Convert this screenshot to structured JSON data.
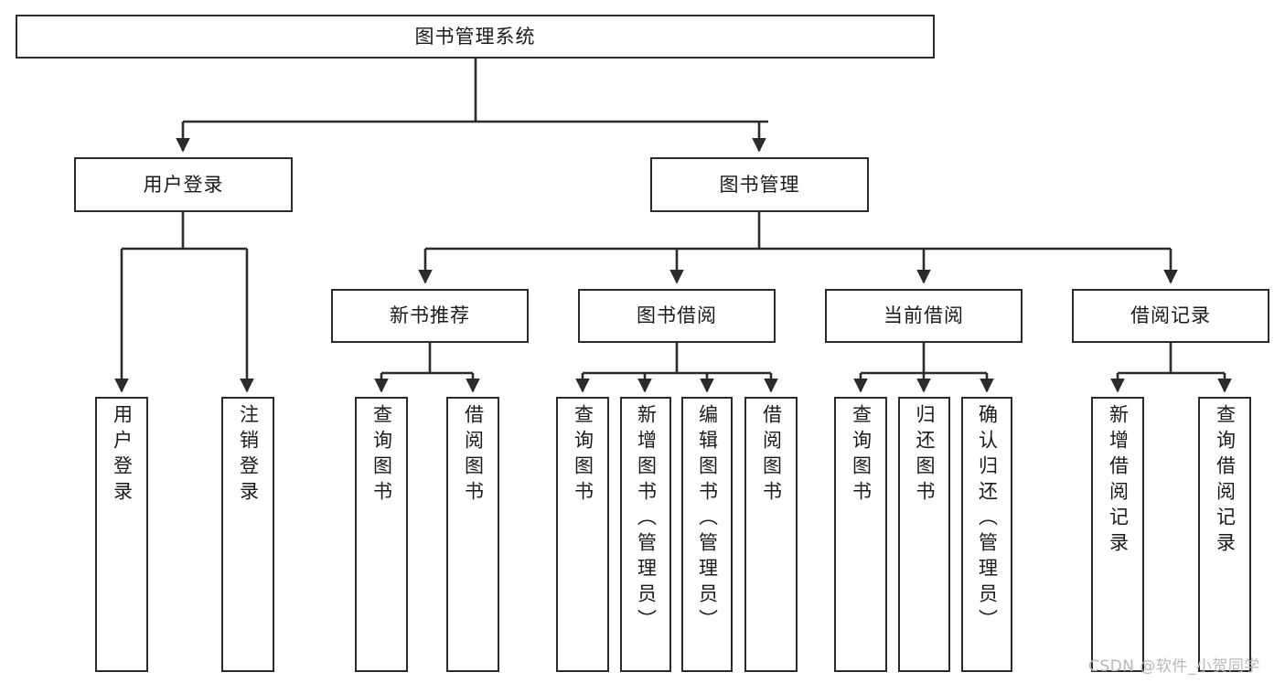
{
  "diagram": {
    "title": "图书管理系统",
    "root": {
      "id": "root",
      "label": "图书管理系统"
    },
    "level2": [
      {
        "id": "user-login",
        "label": "用户登录"
      },
      {
        "id": "book-management",
        "label": "图书管理"
      }
    ],
    "level3": [
      {
        "id": "new-book-recommend",
        "label": "新书推荐",
        "parent": "book-management"
      },
      {
        "id": "book-borrow",
        "label": "图书借阅",
        "parent": "book-management"
      },
      {
        "id": "current-borrow",
        "label": "当前借阅",
        "parent": "book-management"
      },
      {
        "id": "borrow-record",
        "label": "借阅记录",
        "parent": "book-management"
      }
    ],
    "leaves": [
      {
        "id": "leaf-user-login",
        "label": "用户登录",
        "parent": "user-login"
      },
      {
        "id": "leaf-logout-login",
        "label": "注销登录",
        "parent": "user-login"
      },
      {
        "id": "leaf-query-book-1",
        "label": "查询图书",
        "parent": "new-book-recommend"
      },
      {
        "id": "leaf-borrow-book-1",
        "label": "借阅图书",
        "parent": "new-book-recommend"
      },
      {
        "id": "leaf-query-book-2",
        "label": "查询图书",
        "parent": "book-borrow"
      },
      {
        "id": "leaf-add-book",
        "label": "新增图书（管理员）",
        "parent": "book-borrow"
      },
      {
        "id": "leaf-edit-book",
        "label": "编辑图书（管理员）",
        "parent": "book-borrow"
      },
      {
        "id": "leaf-borrow-book-2",
        "label": "借阅图书",
        "parent": "book-borrow"
      },
      {
        "id": "leaf-query-book-3",
        "label": "查询图书",
        "parent": "current-borrow"
      },
      {
        "id": "leaf-return-book",
        "label": "归还图书",
        "parent": "current-borrow"
      },
      {
        "id": "leaf-confirm-return",
        "label": "确认归还（管理员）",
        "parent": "current-borrow"
      },
      {
        "id": "leaf-add-record",
        "label": "新增借阅记录",
        "parent": "borrow-record"
      },
      {
        "id": "leaf-query-record",
        "label": "查询借阅记录",
        "parent": "borrow-record"
      }
    ],
    "colors": {
      "stroke": "#2b2b2b",
      "fill": "#ffffff",
      "text": "#1a1a1a",
      "watermark": "#b9b9b9"
    }
  },
  "watermark": {
    "text": "CSDN @软件_小贺同学"
  }
}
